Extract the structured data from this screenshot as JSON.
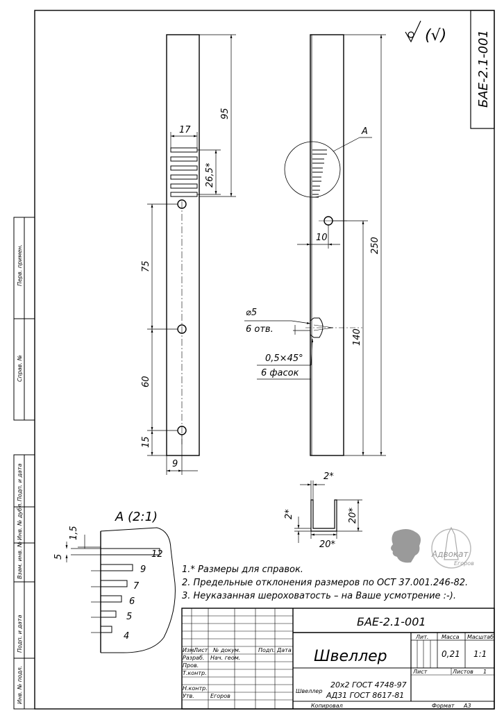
{
  "designation": "БАЕ-2.1-001",
  "roughness_symbol": "(√)",
  "view_a_label": "А",
  "dims_left": {
    "d95": "95",
    "d17": "17",
    "d26": "26,5*",
    "d75": "75",
    "d60": "60",
    "d15": "15",
    "d9": "9"
  },
  "dims_right": {
    "d10": "10",
    "d250": "250",
    "d140": "140",
    "hole_dia": "⌀5",
    "hole_count": "6 отв.",
    "chamfer": "0,5×45°",
    "chamfer_count": "6 фасок"
  },
  "section": {
    "top": "2*",
    "left": "2*",
    "right": "20*",
    "bottom": "20*"
  },
  "detail": {
    "title": "А (2:1)",
    "d15": "1,5",
    "d5": "5",
    "slots": [
      "12",
      "9",
      "7",
      "6",
      "5",
      "4"
    ]
  },
  "notes": [
    "1.* Размеры для справок.",
    "2. Предельные отклонения размеров по ОСТ 37.001.246-82.",
    "3. Неуказанная шероховатость – на Ваше усмотрение :-)."
  ],
  "logo_text": "Адвокат",
  "logo_sub": "Егоров",
  "title_block": {
    "designation": "БАЕ-2.1-001",
    "name": "Швеллер",
    "material_prefix": "Швеллер",
    "material_line1": "20х2 ГОСТ 4748-97",
    "material_line2": "АД31 ГОСТ 8617-81",
    "col_izm": "Изм.",
    "col_list": "Лист",
    "col_docnum": "№ докум.",
    "col_sign": "Подп.",
    "col_date": "Дата",
    "row_razrab": "Разраб.",
    "razrab_name": "Нач. геом.",
    "row_prov": "Пров.",
    "row_tkontr": "Т.контр.",
    "row_nkontr": "Н.контр.",
    "row_utv": "Утв.",
    "utv_name": "Егоров",
    "lit_label": "Лит.",
    "mass_label": "Масса",
    "scale_label": "Масштаб",
    "mass_value": "0,21",
    "scale_value": "1:1",
    "sheet_label": "Лист",
    "sheets_label": "Листов",
    "sheets_value": "1",
    "copied": "Копировал",
    "format_label": "Формат",
    "format_value": "А3"
  },
  "side_stamps": {
    "perv_primen": "Перв. примен.",
    "sprav_no": "Справ. №",
    "podp_data_1": "Подп. и дата",
    "inv_dubl": "Инв. № дубл.",
    "vzam_inv": "Взам. инв. №",
    "podp_data_2": "Подп. и дата",
    "inv_podl": "Инв. № подл."
  }
}
